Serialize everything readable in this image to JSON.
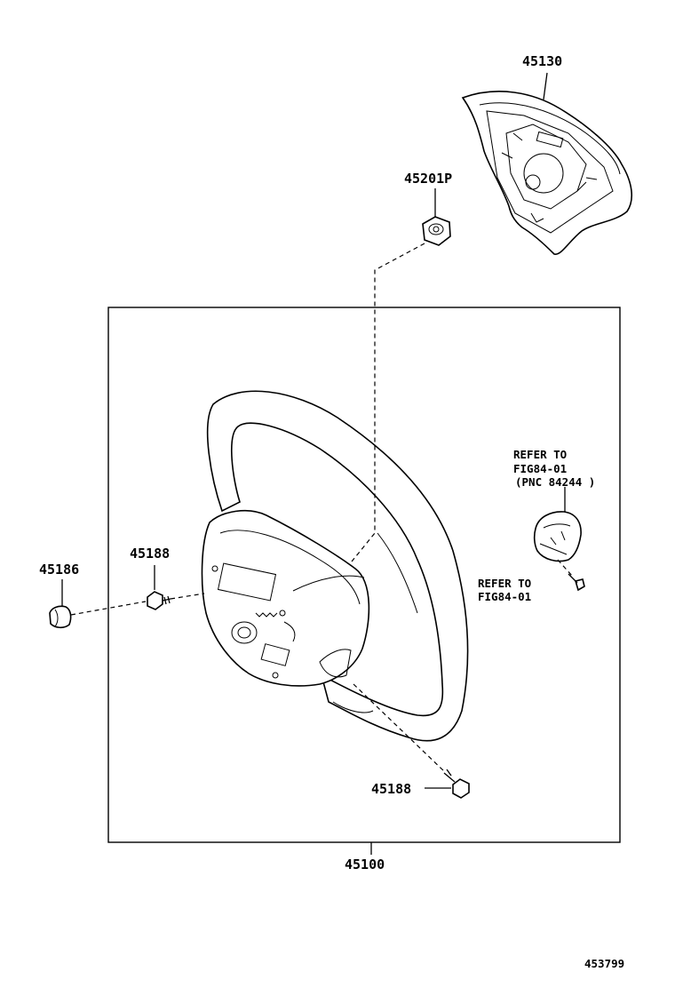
{
  "labels": {
    "pad": "45130",
    "nut": "45201P",
    "screw_left": "45188",
    "cap": "45186",
    "screw_bottom": "45188",
    "wheel": "45100",
    "ref_switch_line1": "REFER TO",
    "ref_switch_line2": "FIG84-01",
    "ref_switch_line3": "(PNC 84244 )",
    "ref_screw_line1": "REFER TO",
    "ref_screw_line2": "FIG84-01",
    "figure_id": "453799"
  }
}
